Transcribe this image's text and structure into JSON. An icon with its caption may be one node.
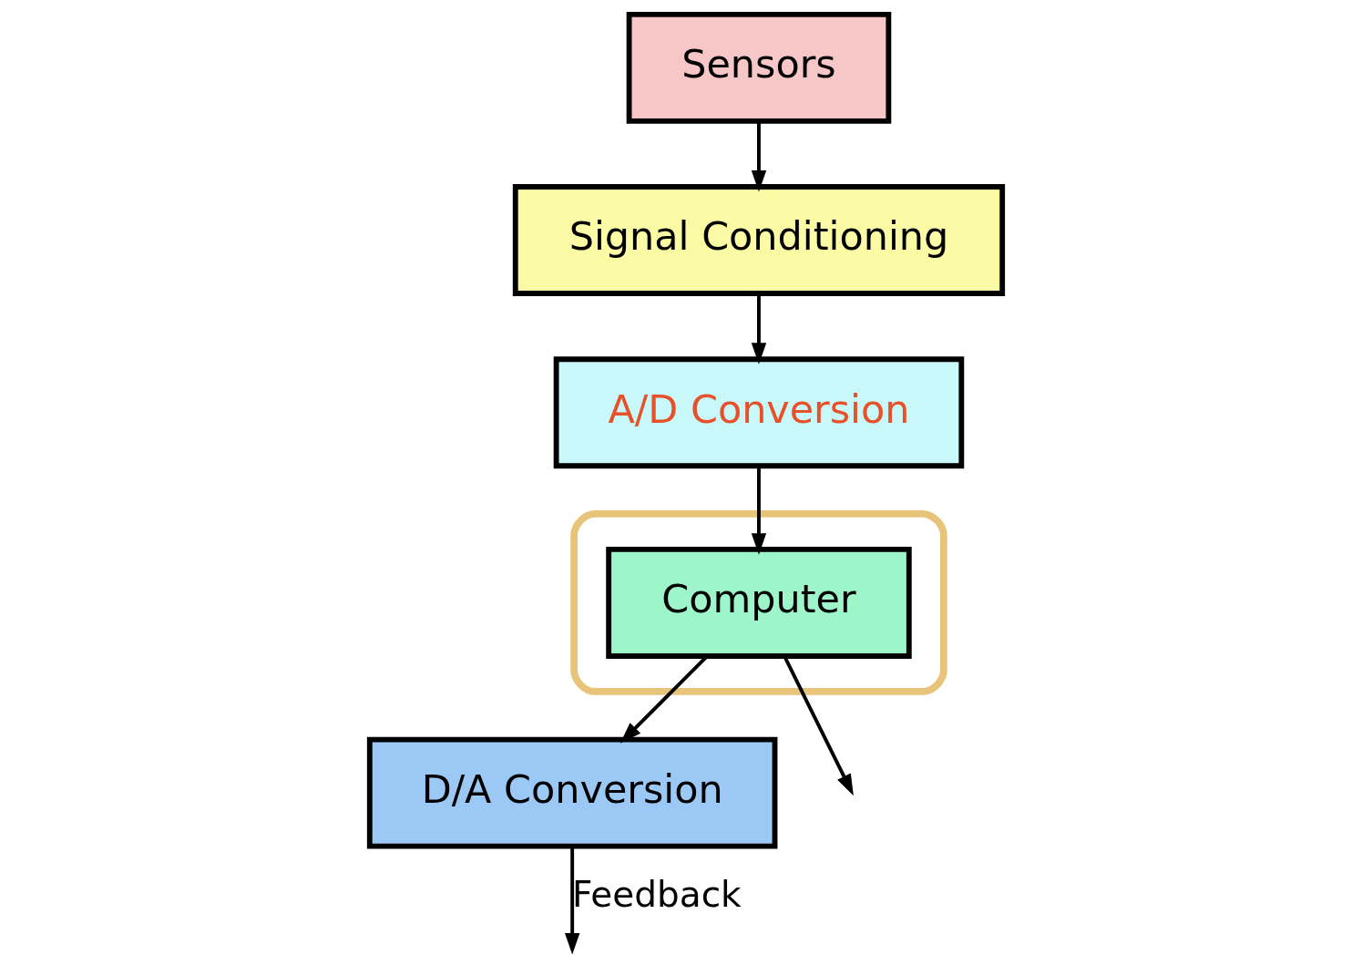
{
  "diagram": {
    "nodes": [
      {
        "text": [
          "Sensors"
        ]
      },
      {
        "text": [
          "Signal Conditioning"
        ]
      },
      {
        "text": [
          "A/D Conversion"
        ]
      },
      {
        "text": [],
        "shape": "ellipse"
      },
      {
        "text": [
          "Computer"
        ],
        "in": 3
      },
      {
        "text": [
          "D/A Conversion"
        ]
      }
    ],
    "edges": [
      {
        "from": 0,
        "to": 1,
        "arrow": "to"
      },
      {
        "from": 1,
        "to": 2,
        "arrow": "to"
      },
      {
        "from": 2,
        "to": 4,
        "arrow": "to"
      },
      {
        "from": 4,
        "to": 5,
        "arrow": "to"
      },
      {
        "from": 4,
        "to": null,
        "arrow": "to"
      },
      {
        "from": 5,
        "to": null,
        "arrow": "to",
        "label": "Feedback"
      }
    ]
  }
}
